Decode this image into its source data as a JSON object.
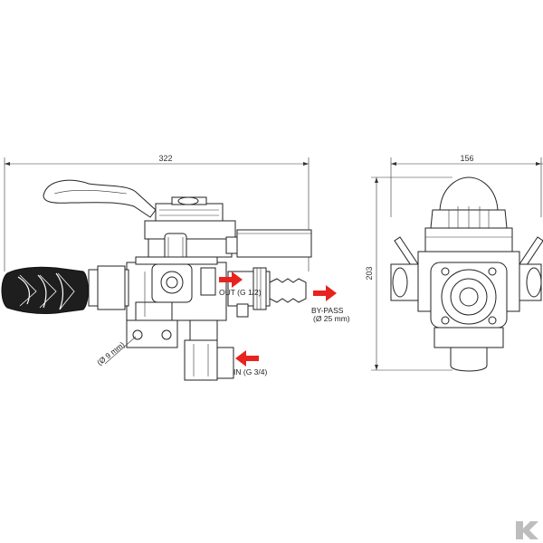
{
  "dimensions": {
    "side_width": "322",
    "front_width": "156",
    "height": "203"
  },
  "ports": {
    "out": "OUT (G 1/2)",
    "bypass": "BY-PASS",
    "bypass_size": "(Ø 25 mm)",
    "inlet": "IN (G 3/4)",
    "mount_hole": "(Ø 9 mm)"
  },
  "logo": "K",
  "colors": {
    "arrow": "#e8231f",
    "line": "#222222",
    "logo": "#bdbdbd"
  }
}
